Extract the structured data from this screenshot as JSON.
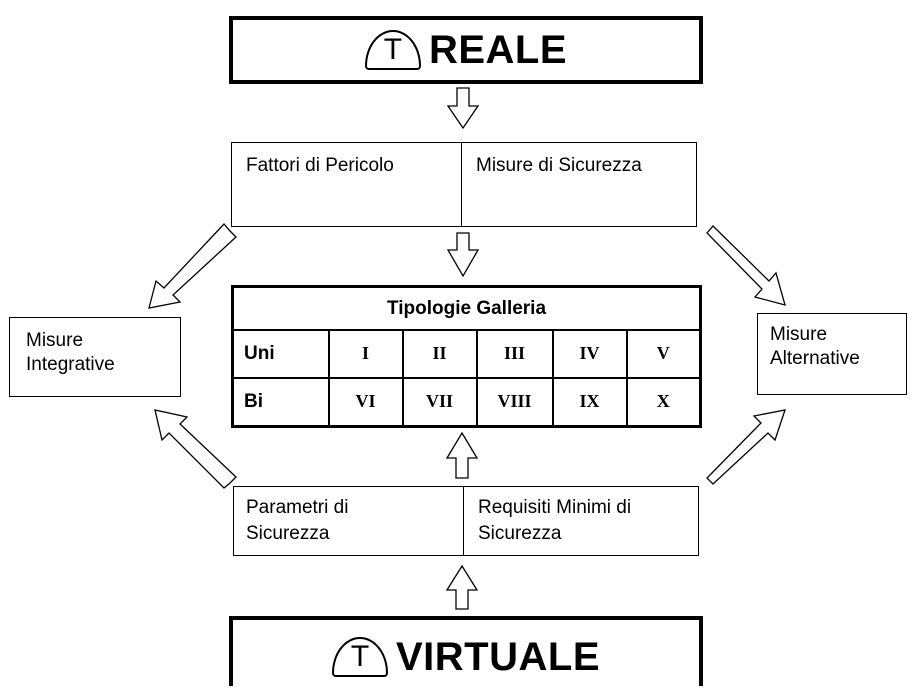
{
  "reale": {
    "badge": "T",
    "title": "REALE"
  },
  "virtuale": {
    "badge": "T",
    "title": "VIRTUALE"
  },
  "top_box": {
    "left": "Fattori di Pericolo",
    "right": "Misure di Sicurezza"
  },
  "bottom_box": {
    "left": [
      "Parametri di",
      "Sicurezza"
    ],
    "right": [
      "Requisiti Minimi di",
      "Sicurezza"
    ]
  },
  "left_box": [
    "Misure",
    "Integrative"
  ],
  "right_box": [
    "Misure",
    "Alternative"
  ],
  "table": {
    "title": "Tipologie Galleria",
    "rows": [
      {
        "label": "Uni",
        "cells": [
          "I",
          "II",
          "III",
          "IV",
          "V"
        ]
      },
      {
        "label": "Bi",
        "cells": [
          "VI",
          "VII",
          "VIII",
          "IX",
          "X"
        ]
      }
    ]
  }
}
